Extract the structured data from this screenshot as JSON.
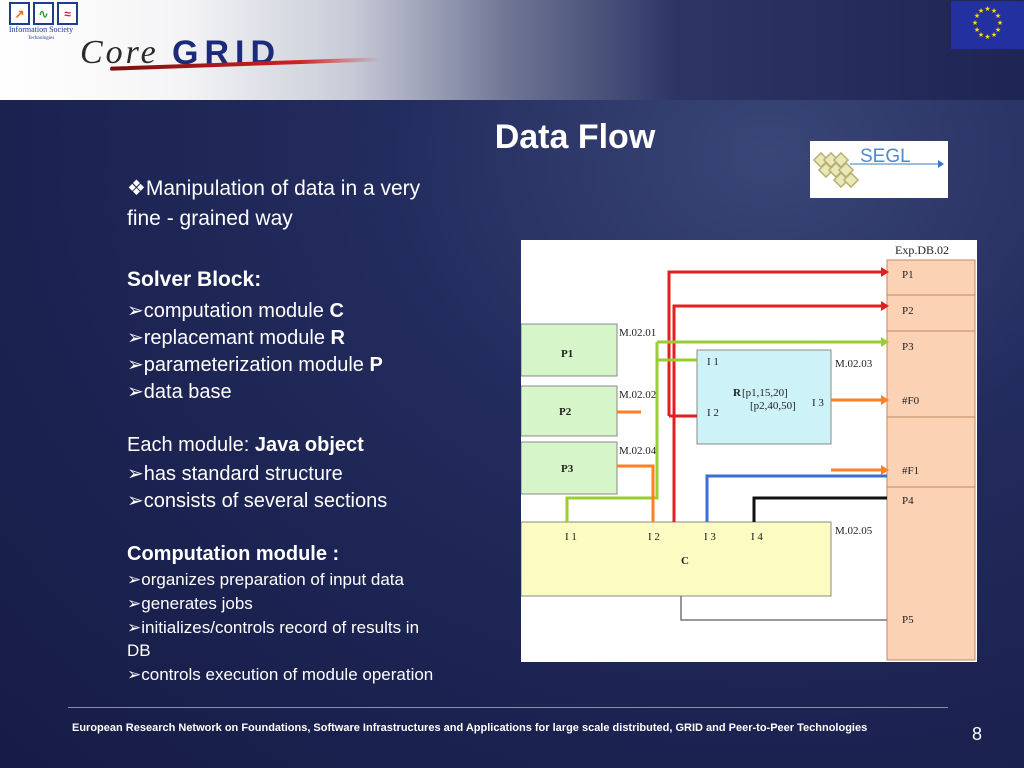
{
  "header": {
    "ist_logo_text": "Information Society",
    "ist_logo_subtext": "Technologies",
    "core_text": "Core",
    "grid_text": "GRID"
  },
  "title": "Data Flow",
  "segl_logo_text": "SEGL",
  "content": {
    "intro": "Manipulation of data in a very",
    "intro2": "fine - grained way",
    "solver_heading": "Solver Block:",
    "solver_items": [
      {
        "text": "computation module ",
        "bold": "C"
      },
      {
        "text": "replacemant module ",
        "bold": "R"
      },
      {
        "text": "parameterization module ",
        "bold": "P"
      },
      {
        "text": "data base",
        "bold": ""
      }
    ],
    "each_module_prefix": "Each module: ",
    "each_module_bold": "Java object",
    "module_items": [
      "has standard structure",
      "consists of several sections"
    ],
    "comp_heading": "Computation module :",
    "comp_items": [
      "organizes preparation of input data",
      "generates jobs",
      "initializes/controls record of results in",
      "DB",
      "controls execution of module operation"
    ]
  },
  "diagram": {
    "db_title": "Exp.DB.02",
    "db_slots": [
      "P1",
      "P2",
      "P3",
      "#F0",
      "#F1",
      "P4",
      "P5"
    ],
    "p_modules": [
      "P1",
      "P2",
      "P3"
    ],
    "p_labels": [
      "M.02.01",
      "M.02.02",
      "M.02.04"
    ],
    "r_module": {
      "name": "R",
      "params1": "[p1,15,20]",
      "params2": "[p2,40,50]",
      "inputs": [
        "I 1",
        "I 2"
      ],
      "output": "I 3",
      "label": "M.02.03"
    },
    "c_module": {
      "name": "C",
      "inputs": [
        "I 1",
        "I 2",
        "I 3",
        "I 4"
      ],
      "label": "M.02.05"
    },
    "colors": {
      "red": "#e02020",
      "green": "#9acd32",
      "orange": "#ff7f27",
      "blue": "#3a6fd8",
      "black": "#111111",
      "gray": "#777777",
      "db_fill": "#fbd3b4",
      "p_fill": "#d6f5c8",
      "r_fill": "#cdf3f8",
      "c_fill": "#fbfbc2"
    }
  },
  "footer": "European Research Network on Foundations, Software Infrastructures and Applications for large scale distributed, GRID and Peer-to-Peer Technologies",
  "page_number": "8"
}
